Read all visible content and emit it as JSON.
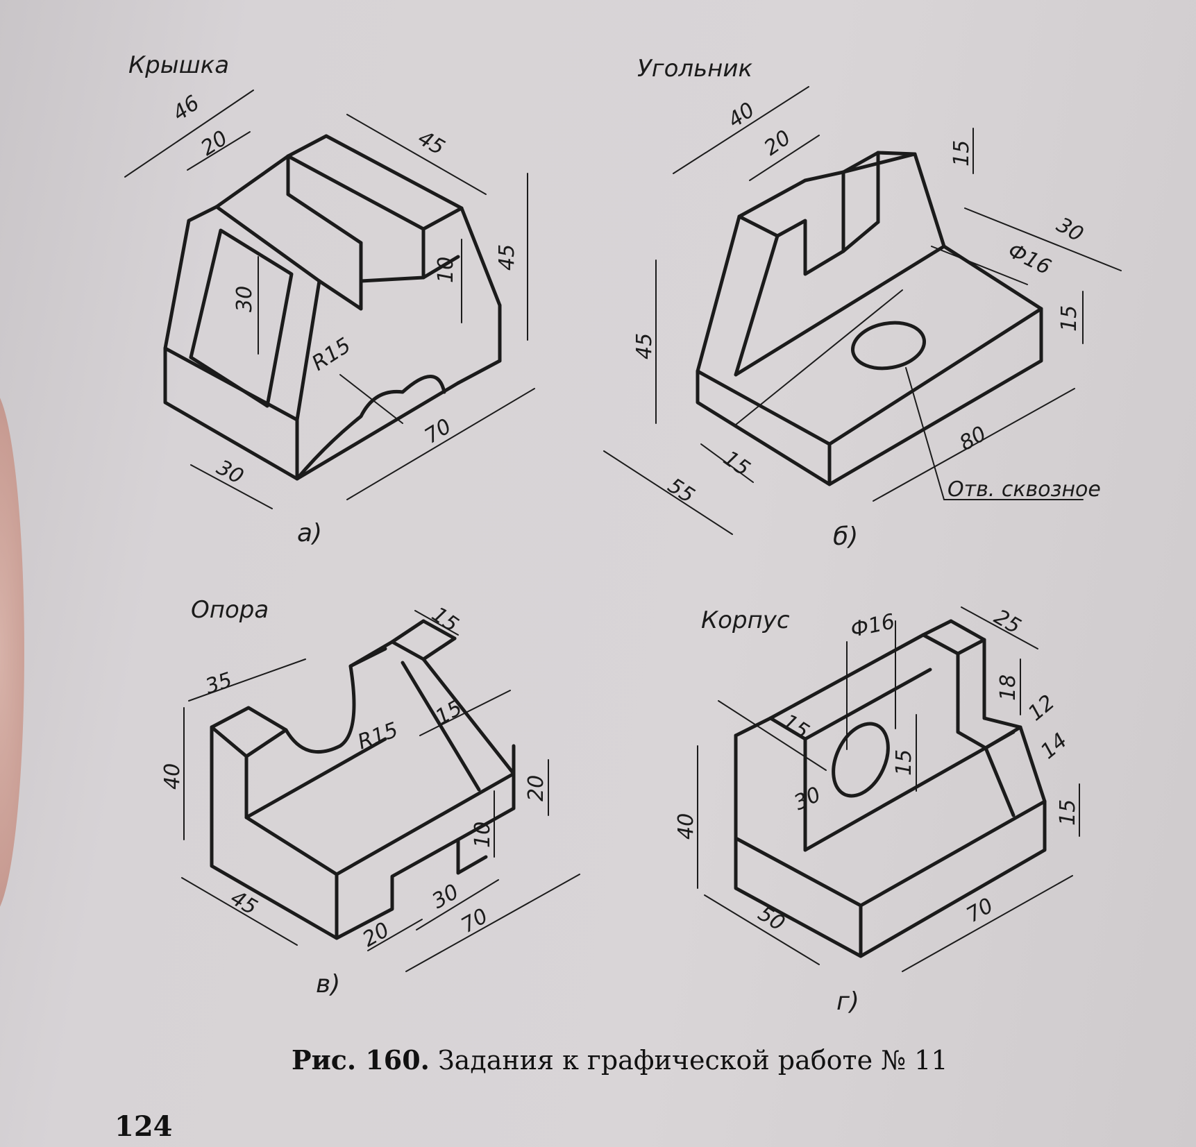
{
  "figures": [
    {
      "id": "a",
      "title": "Крышка",
      "sub": "а)",
      "dims": [
        "46",
        "20",
        "45",
        "45",
        "10",
        "30",
        "R15",
        "70",
        "30"
      ]
    },
    {
      "id": "b",
      "title": "Угольник",
      "sub": "б)",
      "dims": [
        "40",
        "20",
        "15",
        "30",
        "Ф16",
        "15",
        "45",
        "80",
        "15",
        "55"
      ],
      "note": "Отв. сквозное"
    },
    {
      "id": "c",
      "title": "Опора",
      "sub": "в)",
      "dims": [
        "15",
        "35",
        "15",
        "R15",
        "40",
        "20",
        "10",
        "45",
        "30",
        "20",
        "70"
      ]
    },
    {
      "id": "d",
      "title": "Корпус",
      "sub": "г)",
      "dims": [
        "Ф16",
        "25",
        "18",
        "12",
        "15",
        "14",
        "15",
        "30",
        "40",
        "15",
        "50",
        "70"
      ]
    }
  ],
  "caption": {
    "prefix": "Рис. 160.",
    "text": "Задания к графической работе № 11"
  },
  "page_number": "124"
}
